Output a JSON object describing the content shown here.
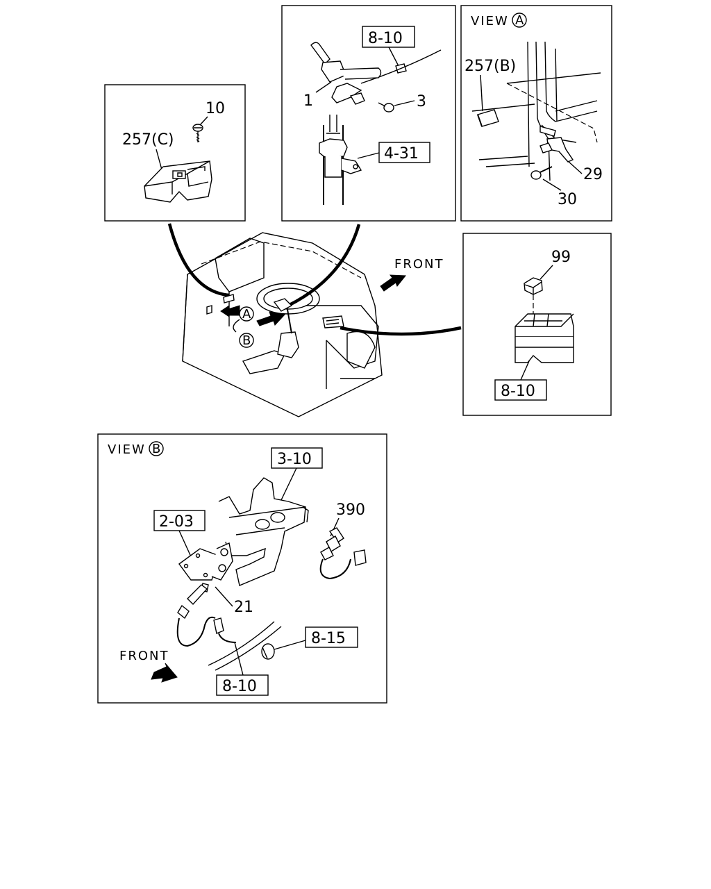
{
  "panels": {
    "switch_c": {
      "part_10": "10",
      "part_257c": "257(C)"
    },
    "column": {
      "ref_8_10": "8-10",
      "part_1": "1",
      "part_3": "3",
      "ref_4_31": "4-31"
    },
    "view_a": {
      "title": "VIEW",
      "marker": "A",
      "part_257b": "257(B)",
      "part_29": "29",
      "part_30": "30"
    },
    "overview": {
      "front_label": "FRONT",
      "marker_a": "A",
      "marker_b": "B"
    },
    "relay": {
      "part_99": "99",
      "ref_8_10": "8-10"
    },
    "view_b": {
      "title": "VIEW",
      "marker": "B",
      "ref_3_10": "3-10",
      "ref_2_03": "2-03",
      "part_390": "390",
      "part_21": "21",
      "ref_8_15": "8-15",
      "front_label": "FRONT",
      "ref_8_10": "8-10"
    }
  }
}
